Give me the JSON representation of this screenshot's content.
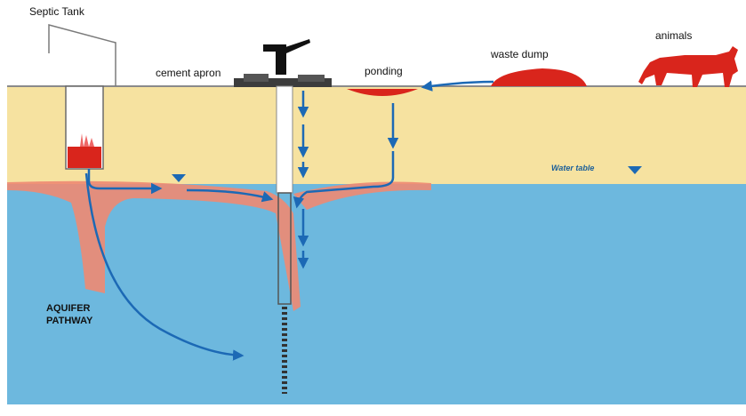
{
  "labels": {
    "septic_tank": "Septic Tank",
    "cement_apron": "cement apron",
    "ponding": "ponding",
    "waste_dump": "waste dump",
    "animals": "animals",
    "water_table": "Water table",
    "aquifer_line1": "AQUIFER",
    "aquifer_line2": "PATHWAY"
  },
  "colors": {
    "soil": "#f6e2a0",
    "aquifer": "#6db8de",
    "plume": "#ee8a72",
    "contaminant": "#d9251c",
    "arrow": "#1c69b5"
  },
  "icons": [
    "water-table-marker-icon",
    "cow-icon",
    "hand-pump-icon"
  ]
}
